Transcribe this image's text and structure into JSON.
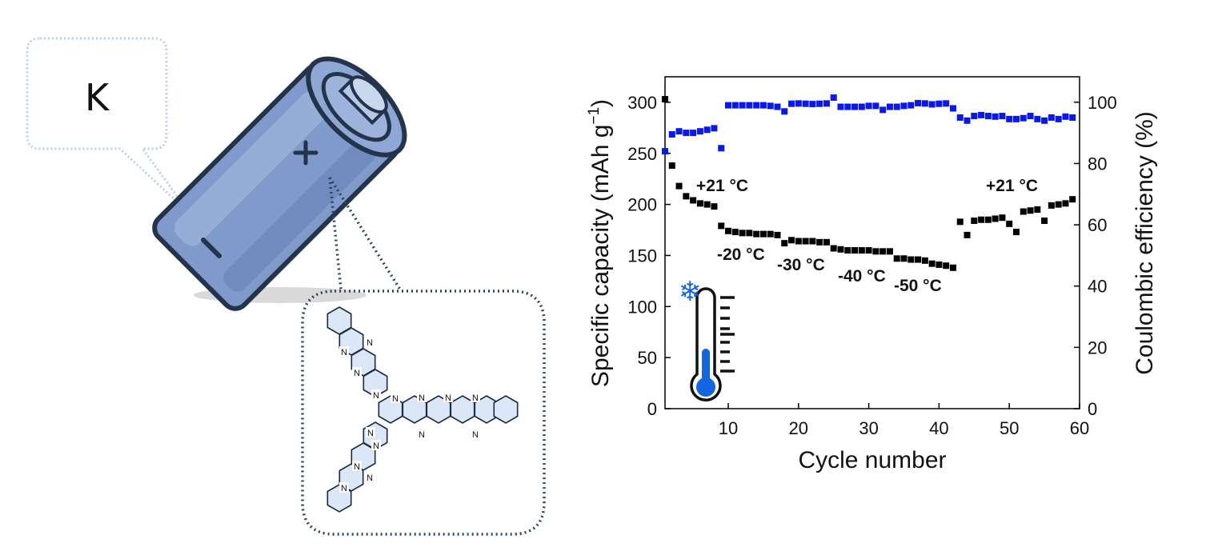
{
  "illustration": {
    "callout_label": "K",
    "battery_plus": "+",
    "battery_minus": "−",
    "molecule_atom": "N",
    "snowflake": "❄",
    "colors": {
      "battery_body": "#7f9acb",
      "battery_outline": "#23344c",
      "callout_outline": "#b3cde3",
      "zoom_outline": "#2f4460",
      "ring_fill": "#dbe6f7"
    }
  },
  "chart_data": {
    "type": "scatter",
    "x": [
      1,
      2,
      3,
      4,
      5,
      6,
      7,
      8,
      9,
      10,
      11,
      12,
      13,
      14,
      15,
      16,
      17,
      18,
      19,
      20,
      21,
      22,
      23,
      24,
      25,
      26,
      27,
      28,
      29,
      30,
      31,
      32,
      33,
      34,
      35,
      36,
      37,
      38,
      39,
      40,
      41,
      42,
      43,
      44,
      45,
      46,
      47,
      48,
      49,
      50,
      51,
      52,
      53,
      54,
      55,
      56,
      57,
      58,
      59
    ],
    "xlabel": "Cycle number",
    "ylabel_left": "Specific capacity (mAh g",
    "ylabel_left_sup": "−1",
    "ylabel_left_end": ")",
    "ylabel_right": "Coulombic efficiency (%)",
    "xlim": [
      1,
      60
    ],
    "ylim_left": [
      0,
      325
    ],
    "ylim_right": [
      0,
      108.3
    ],
    "xticks": [
      10,
      20,
      30,
      40,
      50,
      60
    ],
    "yticks_left": [
      0,
      50,
      100,
      150,
      200,
      250,
      300
    ],
    "yticks_right": [
      0,
      20,
      40,
      60,
      80,
      100
    ],
    "series": [
      {
        "axis": "left",
        "color": "#000000",
        "values": [
          303,
          238,
          218,
          208,
          204,
          201,
          200,
          198,
          179,
          174,
          173,
          172,
          172,
          171,
          171,
          171,
          170,
          162,
          165,
          164,
          164,
          164,
          163,
          163,
          157,
          156,
          155,
          155,
          155,
          155,
          154,
          154,
          154,
          147,
          147,
          146,
          146,
          145,
          142,
          141,
          140,
          138,
          183,
          170,
          184,
          185,
          185,
          186,
          187,
          181,
          173,
          193,
          194,
          195,
          184,
          199,
          200,
          201,
          205
        ]
      },
      {
        "axis": "right",
        "color": "#0a18e8",
        "values": [
          84,
          89.5,
          90.5,
          90,
          90,
          90.5,
          91,
          91.5,
          85,
          99,
          99,
          99,
          99,
          99,
          99,
          98.8,
          98.5,
          97,
          99.5,
          99.6,
          99.5,
          99.4,
          99.5,
          99.6,
          101.5,
          98.5,
          98.5,
          98.5,
          98.5,
          98.8,
          98.8,
          97.5,
          98.5,
          98.5,
          98.8,
          99,
          99.7,
          99.6,
          99.3,
          99.5,
          99.6,
          98,
          95,
          94,
          95.5,
          95.8,
          95.5,
          95.3,
          95.5,
          94.5,
          94.5,
          94.8,
          95.5,
          94.5,
          94,
          95,
          94.5,
          95.3,
          95
        ]
      }
    ],
    "annotations": [
      "+21 °C",
      "-20 °C",
      "-30 °C",
      "-40 °C",
      "-50 °C",
      "+21 °C"
    ],
    "grid": false,
    "legend": "none"
  }
}
